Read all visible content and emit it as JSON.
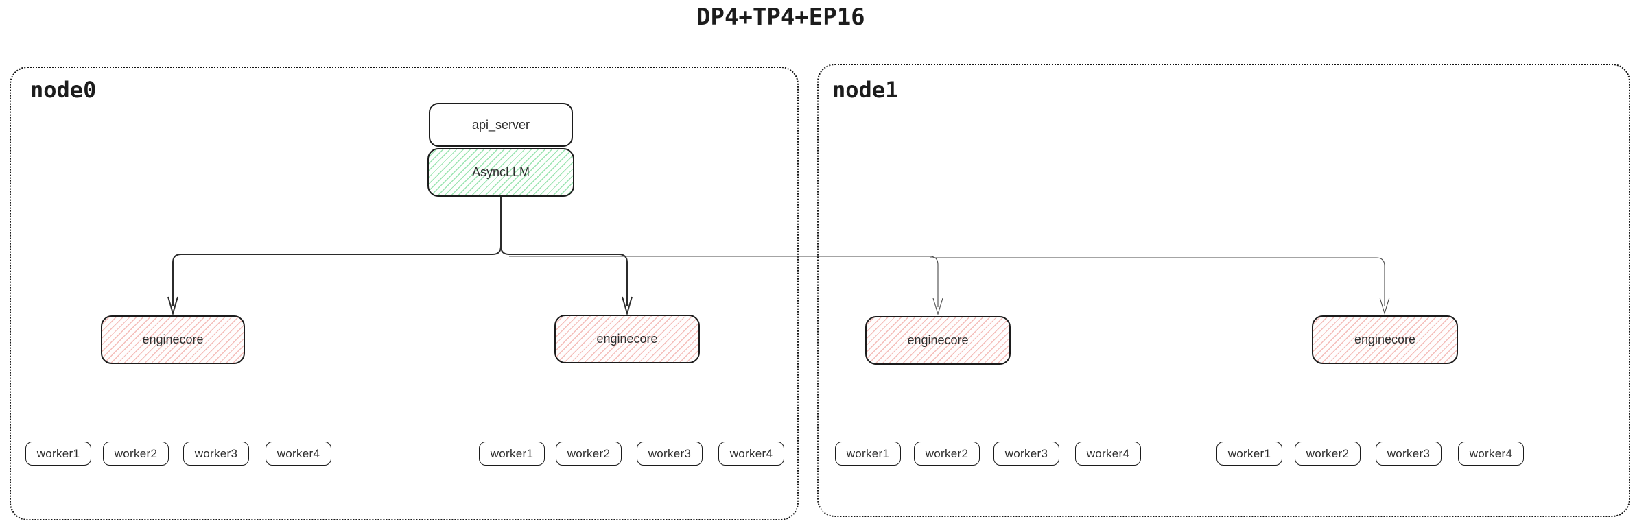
{
  "title": "DP4+TP4+EP16",
  "colors": {
    "border": "#1c1c1c",
    "green_hatch": "#68d689",
    "red_hatch": "#e97e76",
    "background": "#ffffff"
  },
  "node0": {
    "label": "node0",
    "api_server_label": "api_server",
    "async_llm_label": "AsyncLLM",
    "engines": [
      {
        "label": "enginecore",
        "workers": [
          "worker1",
          "worker2",
          "worker3",
          "worker4"
        ]
      },
      {
        "label": "enginecore",
        "workers": [
          "worker1",
          "worker2",
          "worker3",
          "worker4"
        ]
      }
    ]
  },
  "node1": {
    "label": "node1",
    "engines": [
      {
        "label": "enginecore",
        "workers": [
          "worker1",
          "worker2",
          "worker3",
          "worker4"
        ]
      },
      {
        "label": "enginecore",
        "workers": [
          "worker1",
          "worker2",
          "worker3",
          "worker4"
        ]
      }
    ]
  }
}
